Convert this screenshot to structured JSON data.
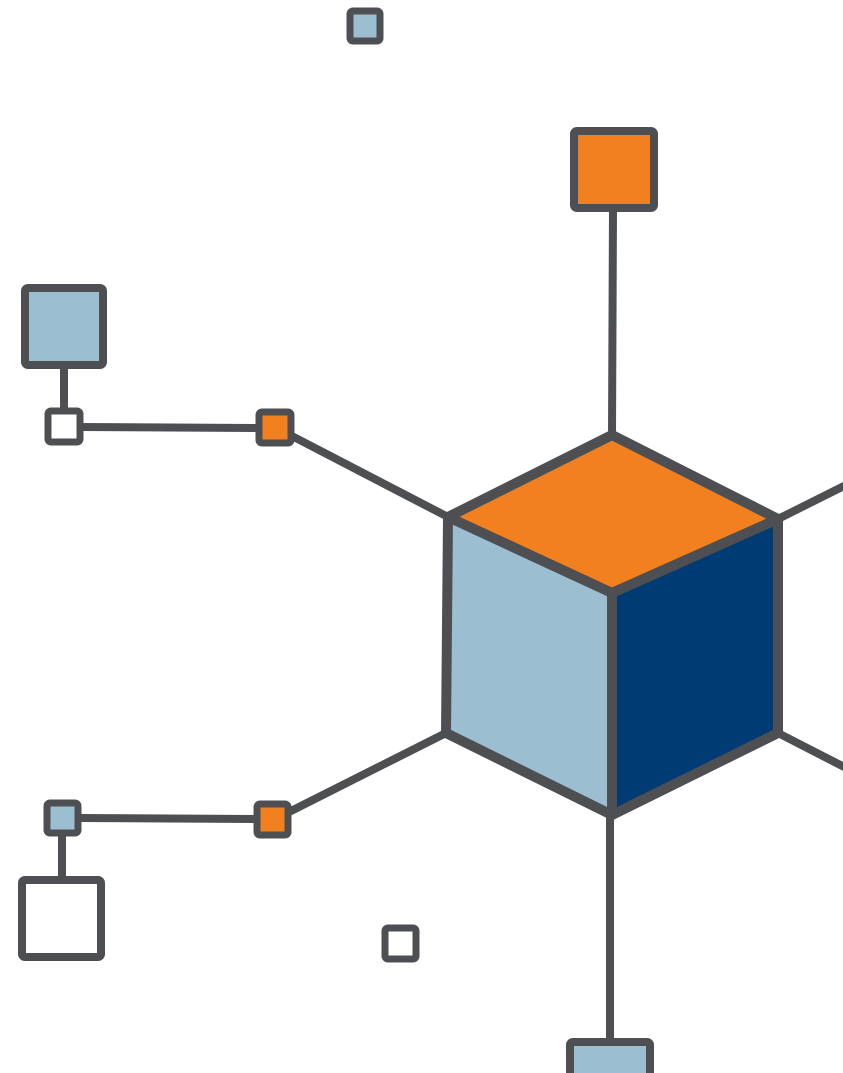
{
  "palette": {
    "outline": "#4d4f52",
    "orange": "#f2801f",
    "light_blue": "#9bbed1",
    "navy": "#003b73",
    "white": "#ffffff"
  },
  "cube": {
    "faces": [
      {
        "name": "cube-top-face",
        "color": "orange"
      },
      {
        "name": "cube-left-face",
        "color": "light_blue"
      },
      {
        "name": "cube-right-face",
        "color": "navy"
      }
    ]
  },
  "nodes": [
    {
      "name": "node-top-small-icon",
      "fill": "light_blue"
    },
    {
      "name": "node-top-large-icon",
      "fill": "orange"
    },
    {
      "name": "node-upper-left-large-icon",
      "fill": "light_blue"
    },
    {
      "name": "node-upper-left-small-icon",
      "fill": "white"
    },
    {
      "name": "node-upper-left-connector-icon",
      "fill": "orange"
    },
    {
      "name": "node-lower-left-small-icon",
      "fill": "light_blue"
    },
    {
      "name": "node-lower-left-connector-icon",
      "fill": "orange"
    },
    {
      "name": "node-lower-left-large-icon",
      "fill": "white"
    },
    {
      "name": "node-bottom-small-icon",
      "fill": "white"
    },
    {
      "name": "node-bottom-large-icon",
      "fill": "light_blue"
    }
  ]
}
